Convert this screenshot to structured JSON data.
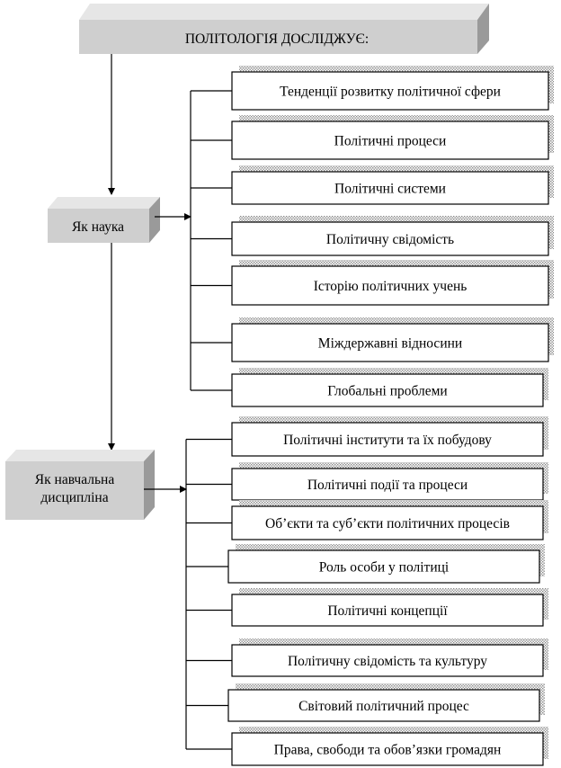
{
  "title": "ПОЛІТОЛОГІЯ  ДОСЛІДЖУЄ:",
  "science": {
    "label": "Як наука",
    "items": [
      "Тенденції розвитку політичної сфери",
      "Політичні процеси",
      "Політичні системи",
      "Політичну свідомість",
      "Історію політичних учень",
      "Міждержавні відносини",
      "Глобальні проблеми"
    ]
  },
  "discipline": {
    "label_lines": [
      "Як навчальна",
      "дисципліна"
    ],
    "items": [
      "Політичні інститути та їх побудову",
      "Політичні події та процеси",
      "Об’єкти та суб’єкти політичних процесів",
      "Роль особи у політиці",
      "Політичні концепції",
      "Політичну свідомість та культуру",
      "Світовий політичний процес",
      "Права, свободи та обов’язки громадян"
    ]
  },
  "colors": {
    "box_face": "#cfcfcf",
    "box_side": "#9a9a9a",
    "box_top": "#e6e6e6",
    "shadow_pattern": "#9a9a9a",
    "line": "#000000"
  }
}
